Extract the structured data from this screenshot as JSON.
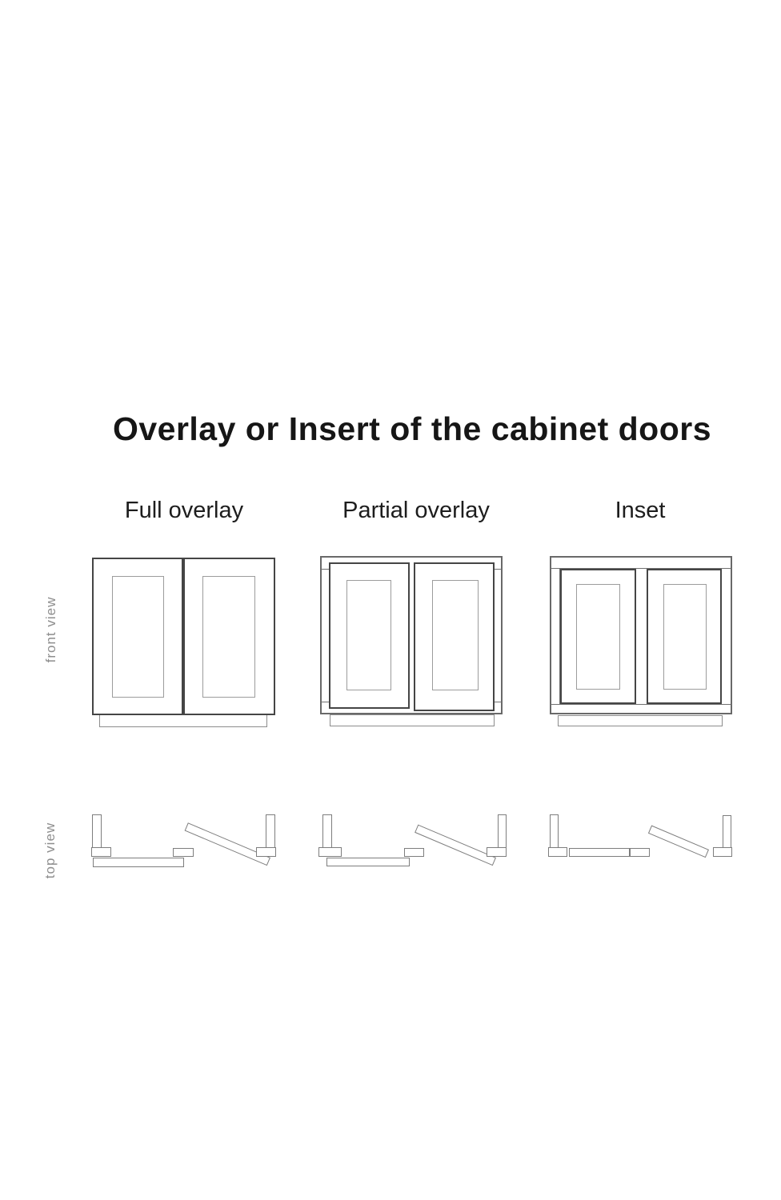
{
  "header": {
    "title": "Overlay or Insert of the cabinet doors"
  },
  "columns": [
    {
      "id": "full-overlay",
      "label": "Full overlay"
    },
    {
      "id": "partial-overlay",
      "label": "Partial overlay"
    },
    {
      "id": "inset",
      "label": "Inset"
    }
  ],
  "views": {
    "front_label": "front view",
    "top_label": "top view"
  },
  "colors": {
    "background": "#ffffff",
    "title_ink": "#161616",
    "column_label_ink": "#1d1d1d",
    "view_label_gray": "#8e8e8e",
    "door_stroke": "#454545",
    "cabinet_stroke": "#696969",
    "panel_stroke": "#9c9c9c",
    "topview_stroke": "#7d7d7d"
  }
}
